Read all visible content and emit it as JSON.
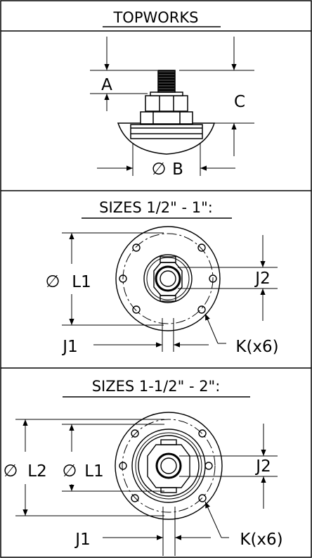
{
  "panels": {
    "topworks": {
      "title": "TOPWORKS",
      "dim_a": "A",
      "dim_c": "C",
      "dim_b": "B",
      "diameter_symbol": "∅"
    },
    "small": {
      "title": "SIZES 1/2\" - 1\":",
      "dim_l1": "L1",
      "dim_j1": "J1",
      "dim_j2": "J2",
      "dim_k": "K(x6)",
      "diameter_symbol": "∅"
    },
    "large": {
      "title": "SIZES 1-1/2\" - 2\":",
      "dim_l1": "L1",
      "dim_l2": "L2",
      "dim_j1": "J1",
      "dim_j2": "J2",
      "dim_k": "K(x6)",
      "diameter_symbol": "∅"
    }
  }
}
